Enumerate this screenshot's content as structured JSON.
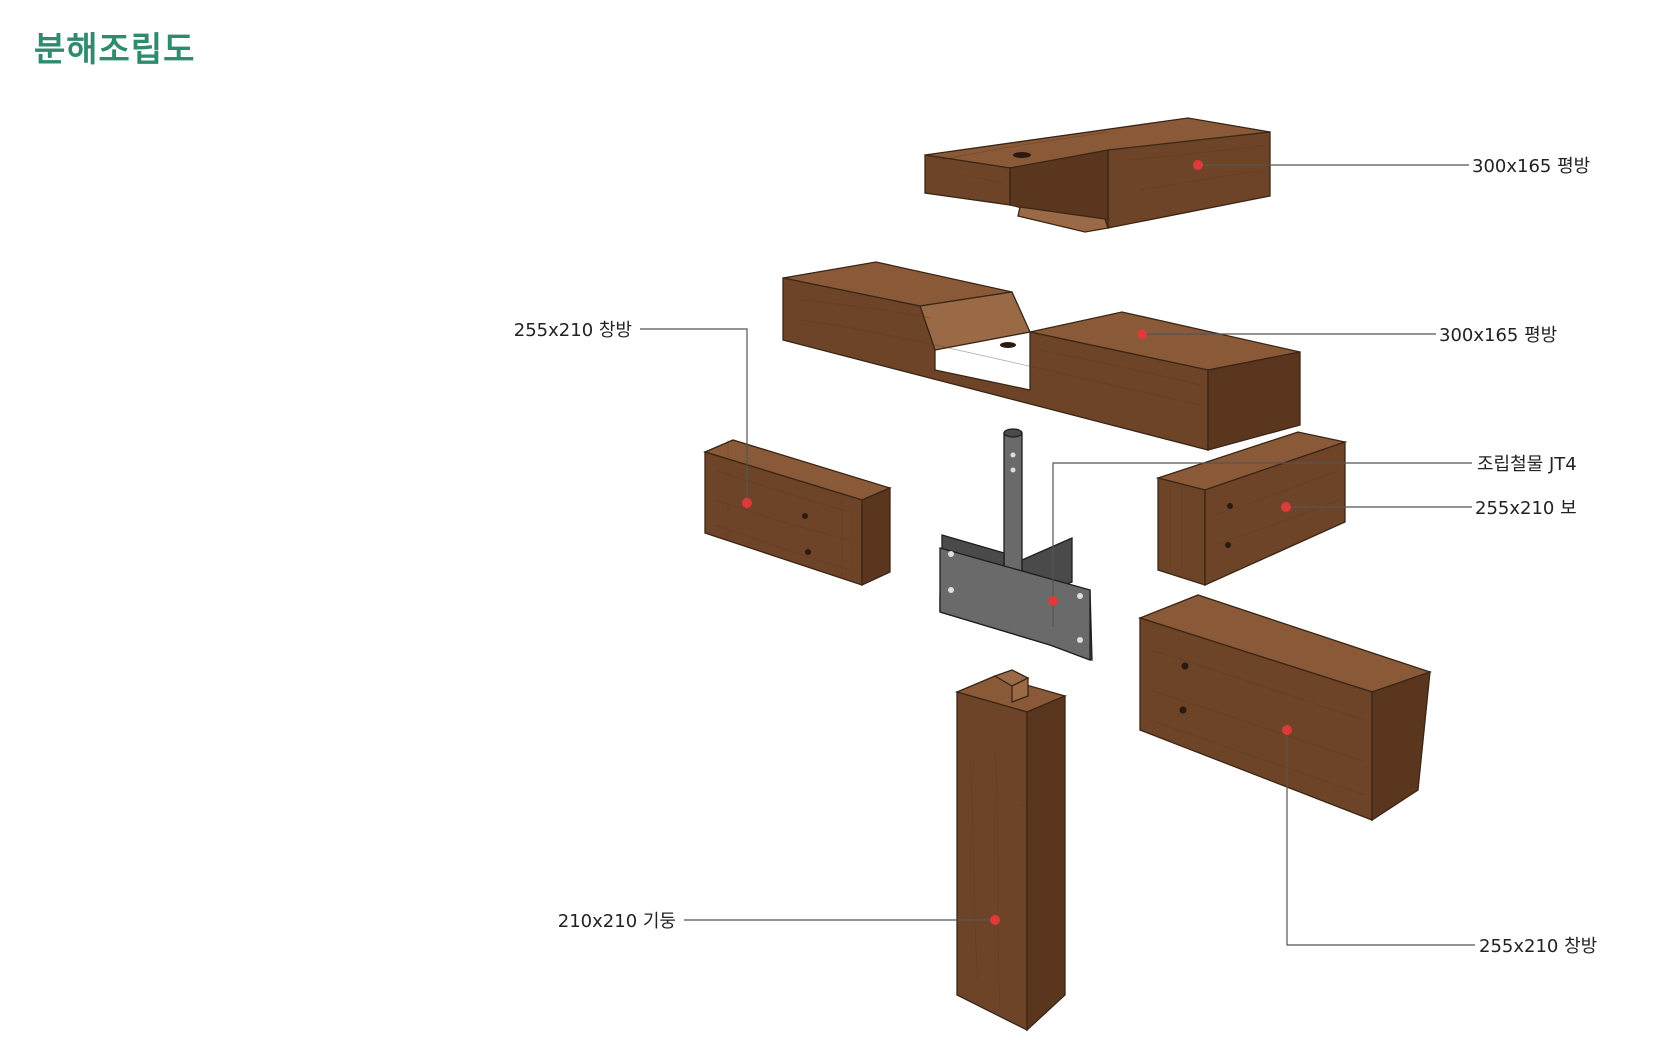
{
  "title": "분해조립도",
  "colors": {
    "title": "#2f8b6d",
    "marker": "#e0393a",
    "wood": "#6e4428",
    "steel": "#4a4a4a"
  },
  "labels": {
    "top_beam": "300x165 평방",
    "mid_beam": "300x165 평방",
    "left_lintel": "255x210 창방",
    "hardware": "조립철물 JT4",
    "right_beam": "255x210 보",
    "post": "210x210 기둥",
    "lower_lintel": "255x210 창방"
  }
}
